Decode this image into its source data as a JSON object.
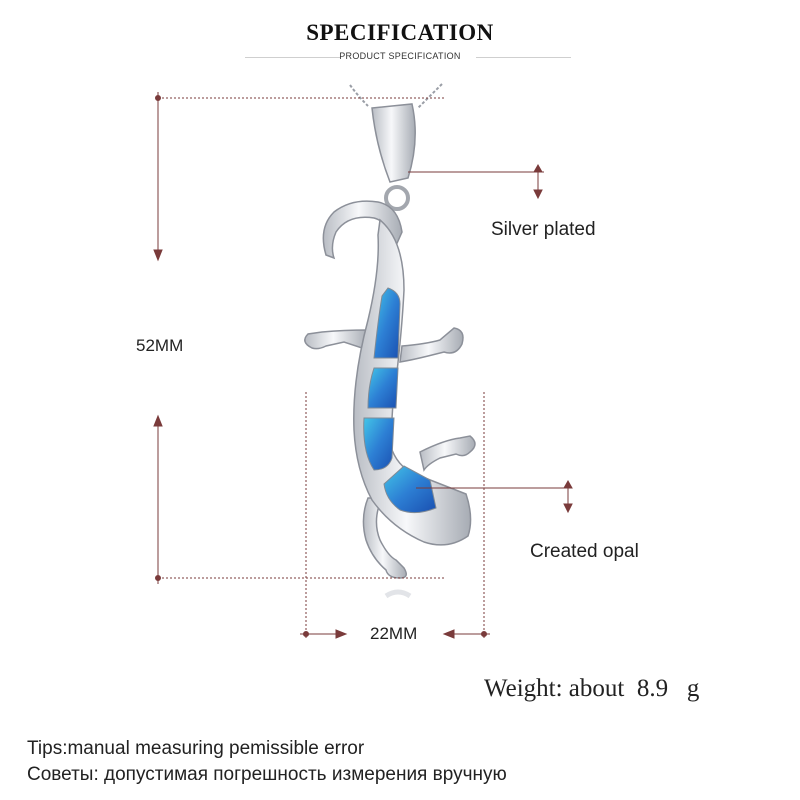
{
  "header": {
    "title": "SPECIFICATION",
    "subtitle": "PRODUCT SPECIFICATION"
  },
  "dimensions": {
    "height": "52MM",
    "width": "22MM"
  },
  "callouts": {
    "bail": "Silver plated",
    "stones": "Created opal"
  },
  "weight": {
    "text": "Weight: about  8.9   g"
  },
  "tips": {
    "english": "Tips:manual measuring pemissible error",
    "russian": "Советы: допустимая погрешность измерения вручную"
  },
  "colors": {
    "dimension_line": "#7a3b3b",
    "opal": "#2f8fd6",
    "opal_dark": "#1556b0",
    "silver": "#e4e6ea"
  }
}
